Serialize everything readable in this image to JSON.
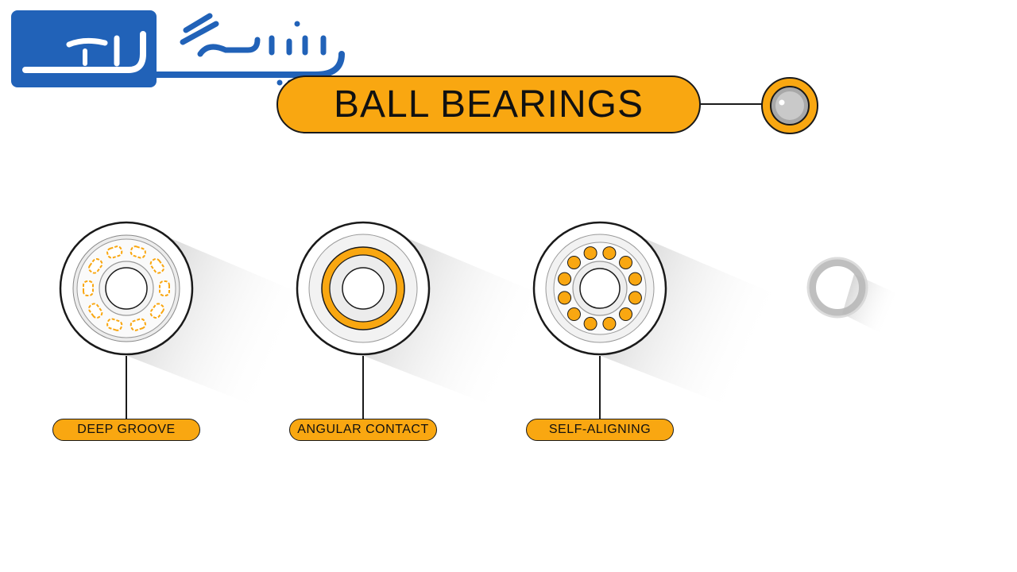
{
  "brand": {
    "logo_text": "بیرینگ مارت",
    "logo_color": "#2162b8"
  },
  "title": {
    "text": "BALL BEARINGS",
    "accent_color": "#f9a711"
  },
  "bearings": [
    {
      "label": "DEEP GROOVE",
      "icon": "deep-groove-bearing-icon"
    },
    {
      "label": "ANGULAR CONTACT",
      "icon": "angular-contact-bearing-icon"
    },
    {
      "label": "SELF-ALIGNING",
      "icon": "self-aligning-bearing-icon"
    }
  ]
}
